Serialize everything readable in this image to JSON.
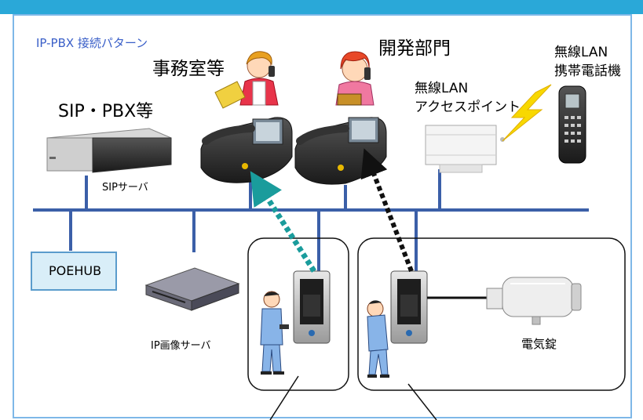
{
  "diagram": {
    "title": "IP-PBX 接続パターン",
    "labels": {
      "office": "事務室等",
      "dev": "開発部門",
      "wlan_phone_1": "無線LAN",
      "wlan_phone_2": "携帯電話機",
      "sip_pbx": "SIP・PBX等",
      "ap_1": "無線LAN",
      "ap_2": "アクセスポイント",
      "sip_server": "SIPサーバ",
      "poehub": "POEHUB",
      "ip_image_server": "IP画像サーバ",
      "electric_lock": "電気錠"
    }
  },
  "colors": {
    "network_line": "#3b5fa8",
    "title_text": "#3a5fc8",
    "poehub_fill": "#d9eef8",
    "poehub_border": "#5a9ccc",
    "teal_arrow": "#1a9c9c",
    "black_arrow": "#111111",
    "frame_border": "#7eb8e8",
    "top_bar": "#2aa8d8"
  }
}
